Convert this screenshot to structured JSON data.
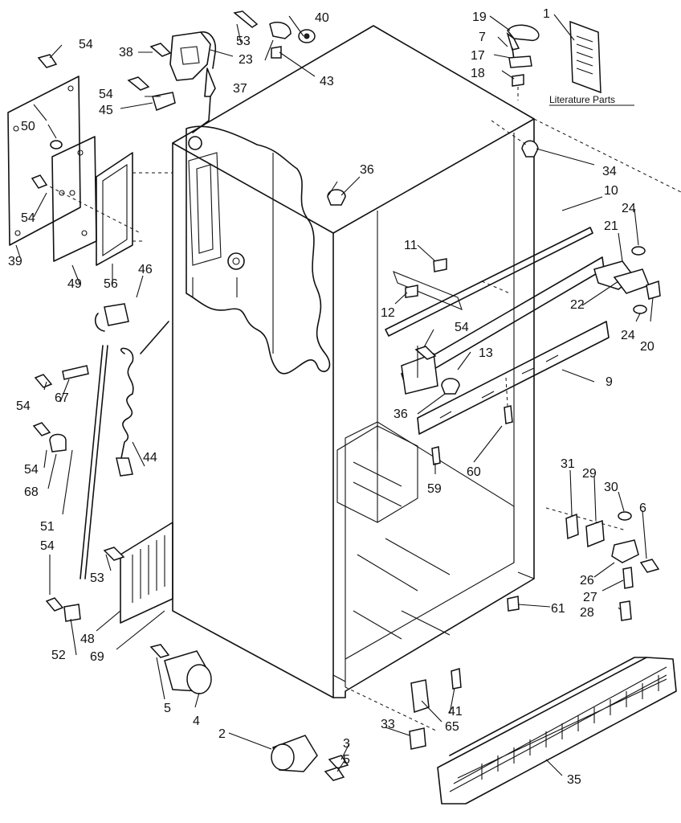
{
  "literature_label": "Literature Parts",
  "callouts": {
    "c1": "1",
    "c2": "2",
    "c3": "3",
    "c4": "4",
    "c5a": "5",
    "c5b": "5",
    "c6": "6",
    "c7": "7",
    "c9": "9",
    "c10": "10",
    "c11": "11",
    "c12": "12",
    "c13": "13",
    "c17": "17",
    "c18": "18",
    "c19": "19",
    "c20": "20",
    "c21": "21",
    "c22": "22",
    "c23": "23",
    "c24a": "24",
    "c24b": "24",
    "c26": "26",
    "c27": "27",
    "c28": "28",
    "c29": "29",
    "c30": "30",
    "c31": "31",
    "c33": "33",
    "c34": "34",
    "c35": "35",
    "c36a": "36",
    "c36b": "36",
    "c37": "37",
    "c38": "38",
    "c39": "39",
    "c40": "40",
    "c41": "41",
    "c43": "43",
    "c44": "44",
    "c45": "45",
    "c46": "46",
    "c48": "48",
    "c49": "49",
    "c50": "50",
    "c51": "51",
    "c52": "52",
    "c53a": "53",
    "c53b": "53",
    "c54a": "54",
    "c54b": "54",
    "c54c": "54",
    "c54d": "54",
    "c54e": "54",
    "c54f": "54",
    "c54g": "54",
    "c56": "56",
    "c59": "59",
    "c60": "60",
    "c61": "61",
    "c65": "65",
    "c67": "67",
    "c68": "68",
    "c69": "69"
  }
}
